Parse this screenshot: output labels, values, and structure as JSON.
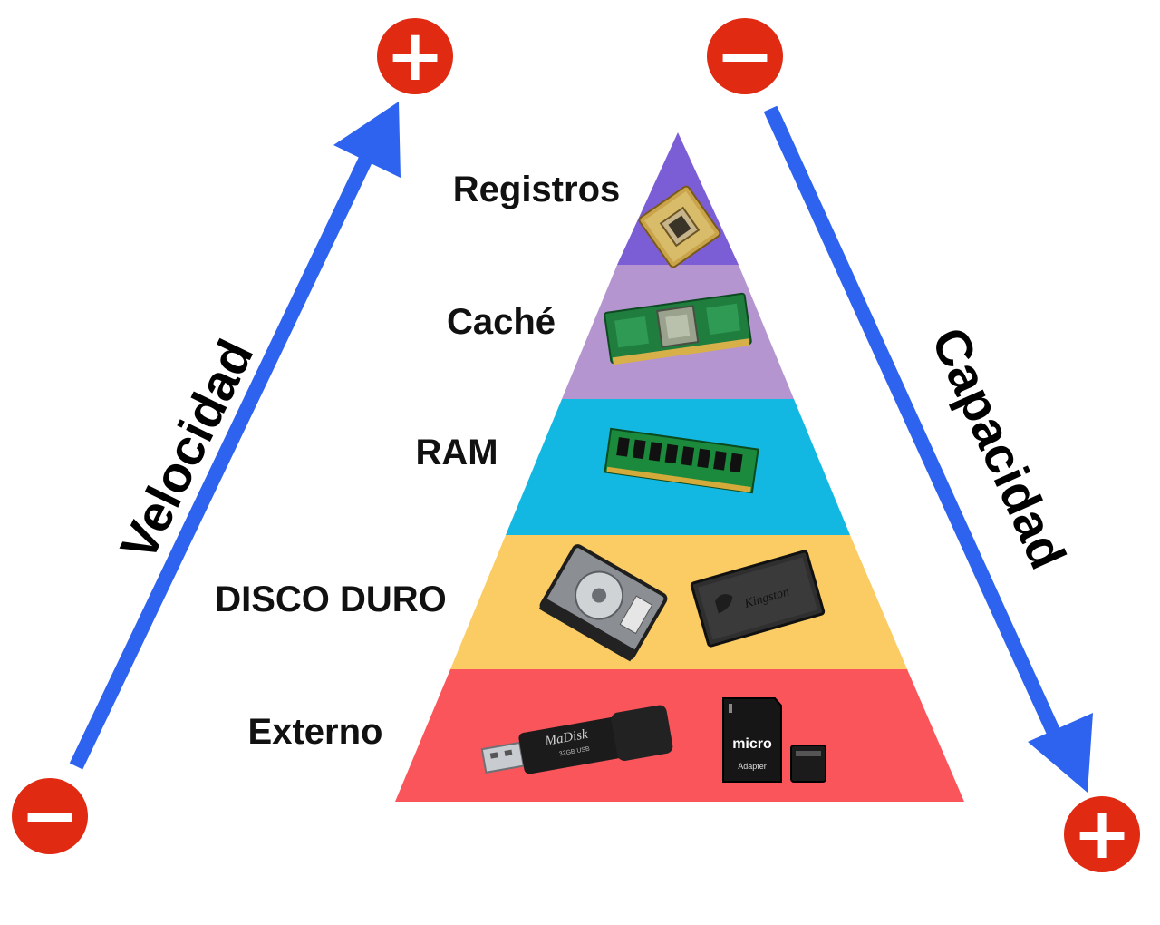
{
  "pyramid": {
    "levels": [
      {
        "label": "Registros",
        "color": "#7b5ed6",
        "icons": [
          "cpu-chip-icon"
        ]
      },
      {
        "label": "Caché",
        "color": "#b595cf",
        "icons": [
          "cache-module-icon"
        ]
      },
      {
        "label": "RAM",
        "color": "#12b8e2",
        "icons": [
          "ram-stick-icon"
        ]
      },
      {
        "label": "DISCO DURO",
        "color": "#fbcc63",
        "icons": [
          "hard-disk-icon",
          "ssd-icon"
        ]
      },
      {
        "label": "Externo",
        "color": "#f9555b",
        "icons": [
          "usb-drive-icon",
          "sd-card-icon"
        ]
      }
    ]
  },
  "axes": {
    "speed": {
      "label": "Velocidad",
      "top_sign": "+",
      "bottom_sign": "−"
    },
    "capacity": {
      "label": "Capacidad",
      "top_sign": "−",
      "bottom_sign": "+"
    }
  },
  "icon_text": {
    "usb_brand": "MaDisk",
    "usb_model": "32GB USB",
    "ssd_brand": "Kingston",
    "sd_brand": "micro",
    "sd_adapter": "Adapter"
  },
  "colors": {
    "arrow": "#2d63ee",
    "sign_circle": "#e02a12",
    "sign_glyph": "#ffffff"
  }
}
